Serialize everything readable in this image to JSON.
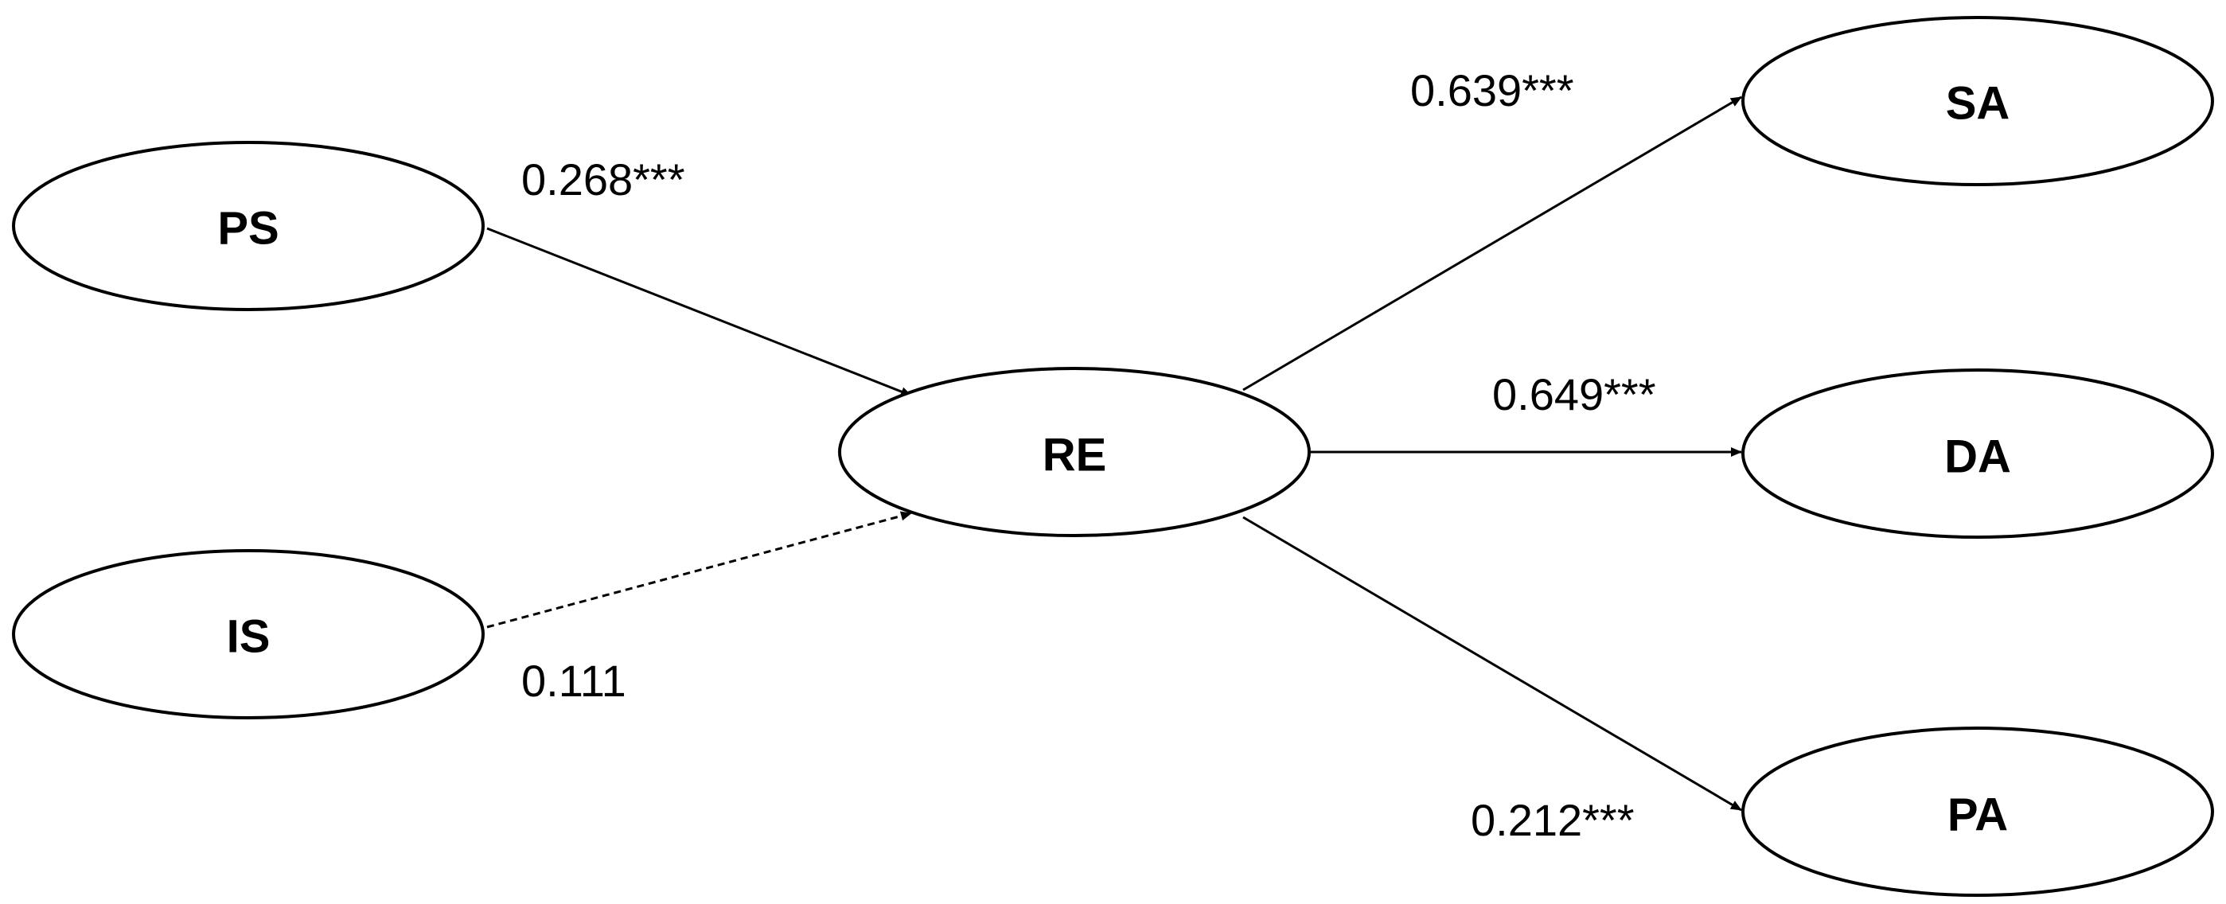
{
  "nodes": {
    "ps": "PS",
    "is": "IS",
    "re": "RE",
    "sa": "SA",
    "da": "DA",
    "pa": "PA"
  },
  "edges": {
    "ps_re": {
      "label": "0.268***",
      "style": "solid"
    },
    "is_re": {
      "label": "0.111",
      "style": "dashed"
    },
    "re_sa": {
      "label": "0.639***",
      "style": "solid"
    },
    "re_da": {
      "label": "0.649***",
      "style": "solid"
    },
    "re_pa": {
      "label": "0.212***",
      "style": "solid"
    }
  },
  "colors": {
    "stroke": "#000000",
    "fill": "#ffffff"
  }
}
